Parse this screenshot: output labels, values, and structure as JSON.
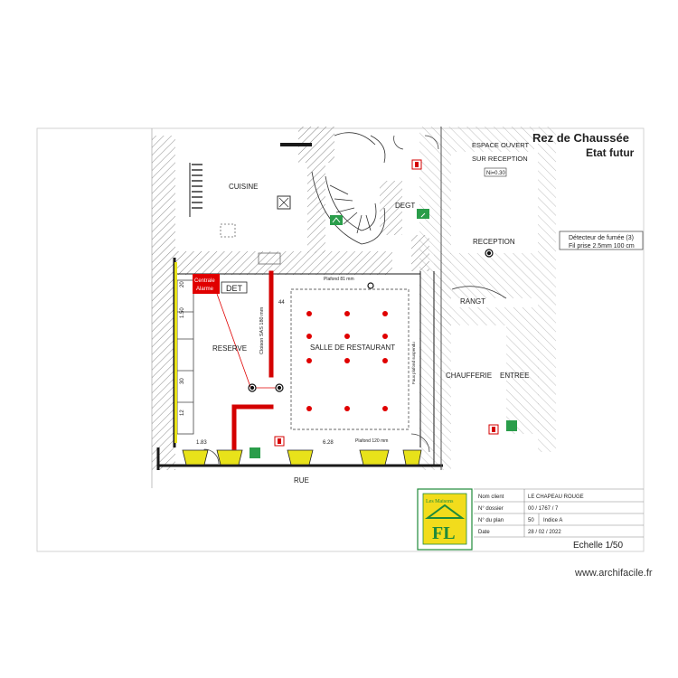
{
  "title": {
    "line1": "Rez de Chaussée",
    "line2": "Etat futur"
  },
  "rooms": {
    "espace_ouvert_1": "ESPACE OUVERT",
    "espace_ouvert_2": "SUR RECEPTION",
    "espace_tag": "Ni=0.30",
    "cuisine": "CUISINE",
    "degt": "DEGT",
    "reception": "RECEPTION",
    "reserve": "RESERVE",
    "salle": "SALLE DE RESTAURANT",
    "rangt": "RANGT",
    "chaufferie": "CHAUFFERIE",
    "entree": "ENTREE",
    "rue": "RUE"
  },
  "annotations": {
    "detecteur_1": "Détecteur de fumée (3)",
    "detecteur_2": "Fil prise 2.5mm 100 cm",
    "centrale_1": "Centrale",
    "centrale_2": "Alarme",
    "det_label": "DET",
    "plafond_top": "Plafond 81 mm",
    "cloison": "Cloison SAS 180 mm",
    "dim_left": "1.83",
    "dim_right": "6.28",
    "plafond_bottom": "Plafond 120 mm",
    "dim_a": "20",
    "dim_b": "1.50",
    "dim_c": "30",
    "dim_d": "12",
    "dim_e": "44",
    "ceiling_text": "Faux plafond suspendu"
  },
  "title_block": {
    "logo_top": "Les Maisons",
    "logo_letters": "FL",
    "rows": [
      {
        "label": "Nom client",
        "value": "LE CHAPEAU ROUGE"
      },
      {
        "label": "N° dossier",
        "value": "00 / 1767 / 7"
      },
      {
        "label": "N° du plan",
        "value": "50",
        "extra": "Indice A"
      },
      {
        "label": "Date",
        "value": "28 / 02 / 2022"
      }
    ],
    "scale": "Echelle 1/50"
  },
  "watermark": "www.archifacile.fr",
  "colors": {
    "wall": "#1a1a1a",
    "alarm_red": "#e00000",
    "partition_red": "#d40000",
    "window_yellow": "#e8e21a",
    "hatch": "#8a8a8a",
    "exit_green": "#2a9d4a",
    "logo_green": "#1f8a3a",
    "logo_yellow": "#f2dc1c"
  },
  "icons": [
    "smoke-detector-icon",
    "fire-extinguisher-icon",
    "emergency-exit-sign-icon",
    "house-logo-icon"
  ]
}
